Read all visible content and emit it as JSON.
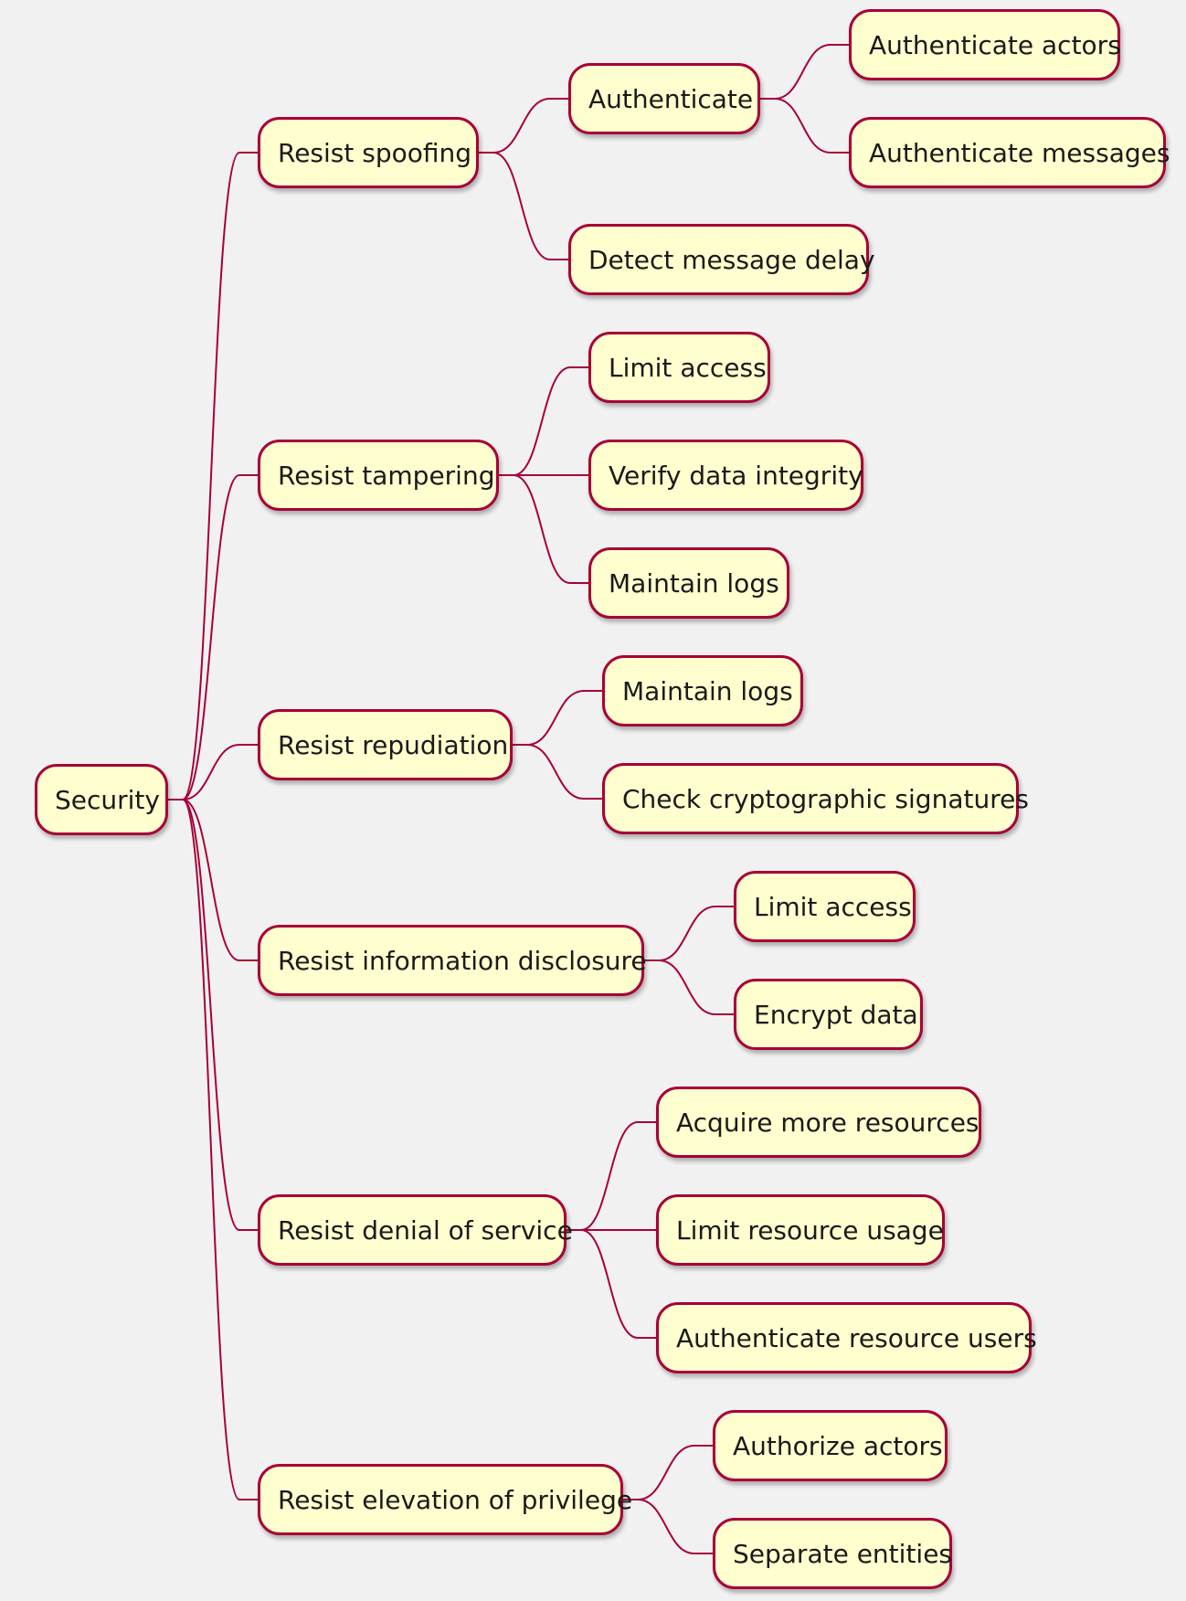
{
  "colors": {
    "background": "#f1f1f1",
    "node_fill": "#fefece",
    "node_border": "#a80036",
    "edge": "#a80036"
  },
  "root": {
    "label": "Security"
  },
  "tactics": [
    {
      "label": "Resist spoofing",
      "children": [
        {
          "label": "Authenticate",
          "children": [
            {
              "label": "Authenticate actors"
            },
            {
              "label": "Authenticate messages"
            }
          ]
        },
        {
          "label": "Detect message delay"
        }
      ]
    },
    {
      "label": "Resist tampering",
      "children": [
        {
          "label": "Limit access"
        },
        {
          "label": "Verify data integrity"
        },
        {
          "label": "Maintain logs"
        }
      ]
    },
    {
      "label": "Resist repudiation",
      "children": [
        {
          "label": "Maintain logs"
        },
        {
          "label": "Check cryptographic signatures"
        }
      ]
    },
    {
      "label": "Resist information disclosure",
      "children": [
        {
          "label": "Limit access"
        },
        {
          "label": "Encrypt data"
        }
      ]
    },
    {
      "label": "Resist denial of service",
      "children": [
        {
          "label": "Acquire more resources"
        },
        {
          "label": "Limit resource usage"
        },
        {
          "label": "Authenticate resource users"
        }
      ]
    },
    {
      "label": "Resist elevation of privilege",
      "children": [
        {
          "label": "Authorize actors"
        },
        {
          "label": "Separate entities"
        }
      ]
    }
  ]
}
